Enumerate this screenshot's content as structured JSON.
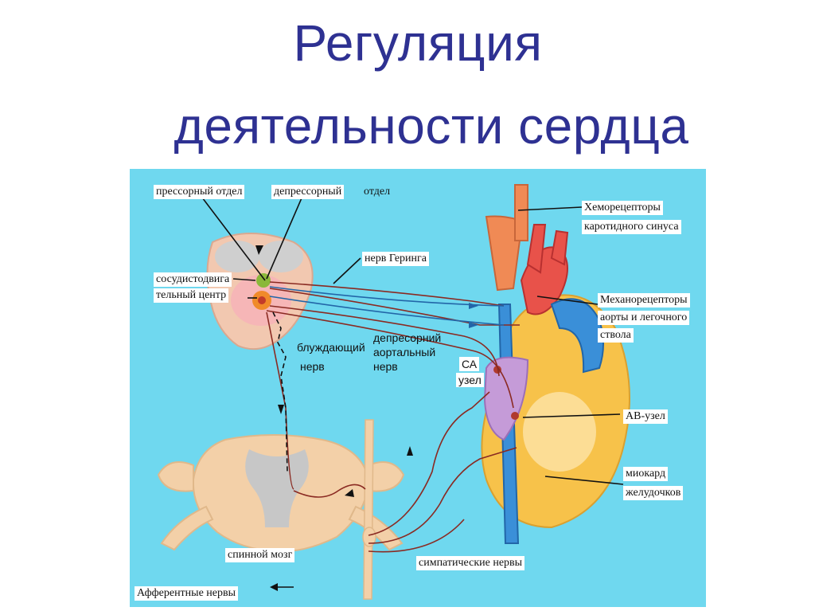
{
  "title": {
    "line1": "Регуляция",
    "line2": "деятельности сердца"
  },
  "labels": {
    "pressor": "прессорный отдел",
    "depressor_a": "депрессорный",
    "depressor_b": "отдел",
    "vasomotor_a": "сосудистодвига",
    "vasomotor_b": "тельный центр",
    "hering": "нерв Геринга",
    "vagus_a": "блуждающий",
    "vagus_b": "нерв",
    "aortic_a": "депресорний",
    "aortic_b": "аортальный",
    "aortic_c": "нерв",
    "chemo_a": "Хеморецепторы",
    "chemo_b": "каротидного синуса",
    "mechano_a": "Механорецепторы",
    "mechano_b": "аорты и легочного",
    "mechano_c": "ствола",
    "sa_a": "СА",
    "sa_b": "узел",
    "av": "АВ-узел",
    "myo_a": "миокард",
    "myo_b": "желудочков",
    "spinal": "спинной мозг",
    "sympathetic": "симпатические нервы",
    "afferent": "Афферентные нервы"
  },
  "colors": {
    "title": "#2e3192",
    "background": "#6fd8ef",
    "heart": "#f7c24a",
    "aorta": "#e8524a",
    "vena": "#3a8fd8",
    "atrium": "#c59bd8",
    "nerve": "#b03a2e"
  }
}
